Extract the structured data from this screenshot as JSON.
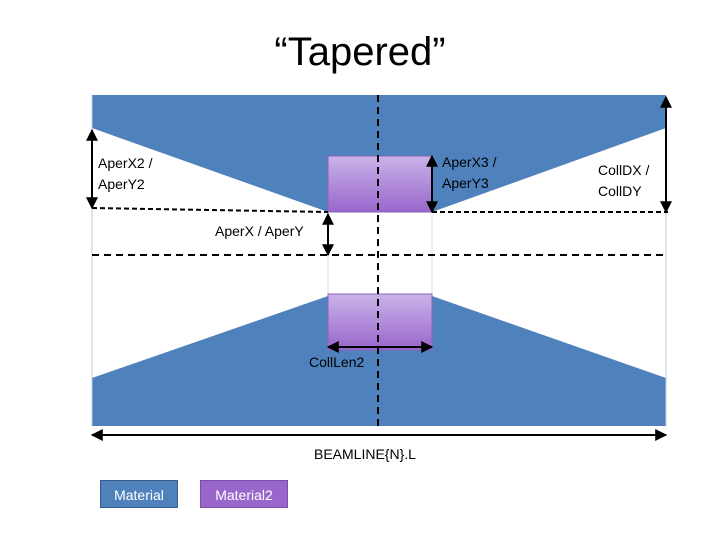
{
  "title": "“Tapered”",
  "colors": {
    "material": "#4f81bd",
    "material2": "#9966cc",
    "line": "#000000",
    "background": "#ffffff"
  },
  "labels": {
    "aper_x2_y2_line1": "AperX2 /",
    "aper_x2_y2_line2": "AperY2",
    "aper_x3_y3_line1": "AperX3 /",
    "aper_x3_y3_line2": "AperY3",
    "coll_dx_dy_line1": "CollDX /",
    "coll_dx_dy_line2": "CollDY",
    "aper_x_y": "AperX / AperY",
    "coll_len2": "CollLen2",
    "beamline_length": "BEAMLINE{N}.L"
  },
  "legend": [
    {
      "label": "Material",
      "color": "#4f81bd"
    },
    {
      "label": "Material2",
      "color": "#9966cc"
    }
  ]
}
